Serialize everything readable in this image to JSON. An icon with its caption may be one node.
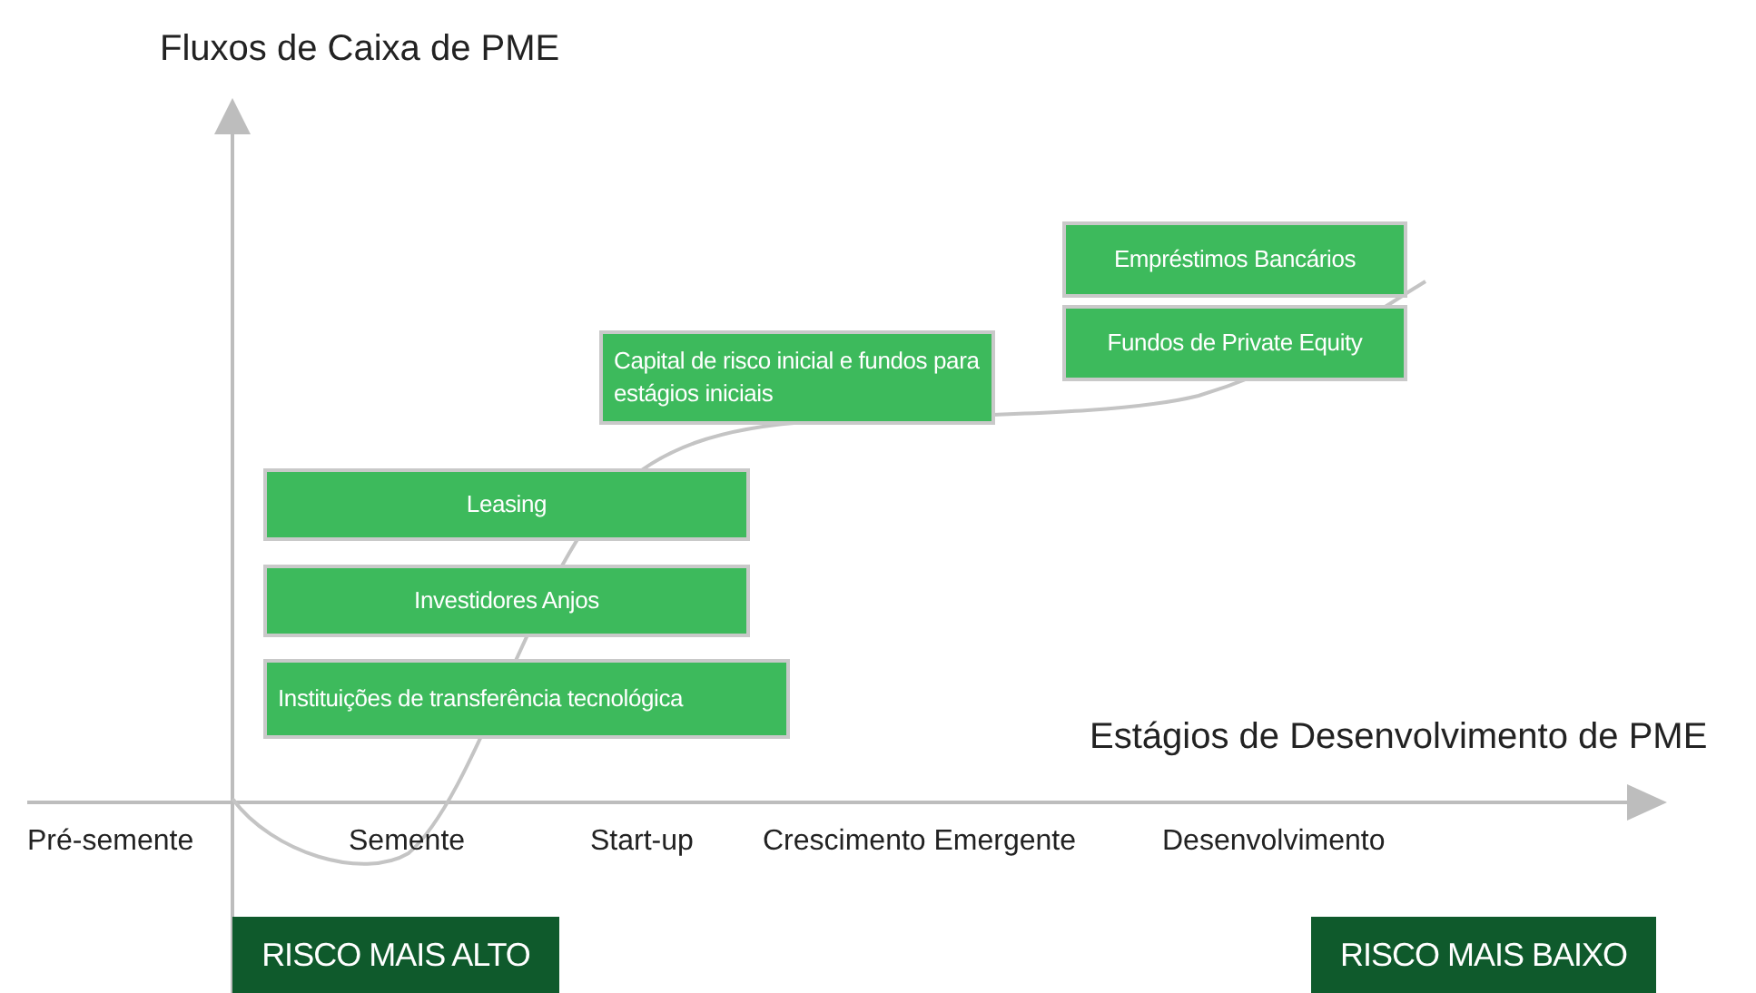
{
  "diagram": {
    "nodes": [
      {
        "text": [
          "Empréstimos Bancários"
        ]
      },
      {
        "text": [
          "Fundos de Private Equity"
        ]
      },
      {
        "text": [
          "Capital de risco inicial e fundos para estágios iniciais"
        ]
      },
      {
        "text": [
          "Leasing"
        ]
      },
      {
        "text": [
          "Investidores Anjos"
        ]
      },
      {
        "text": [
          "Instituições de transferência tecnológica"
        ]
      },
      {
        "text": [
          "RISCO MAIS ALTO"
        ]
      },
      {
        "text": [
          "RISCO MAIS BAIXO"
        ]
      }
    ],
    "labels": [
      "Fluxos de Caixa de PME",
      "Estágios de Desenvolvimento de PME",
      "Pré-semente",
      "Semente",
      "Start-up",
      "Crescimento Emergente",
      "Desenvolvimento"
    ]
  }
}
